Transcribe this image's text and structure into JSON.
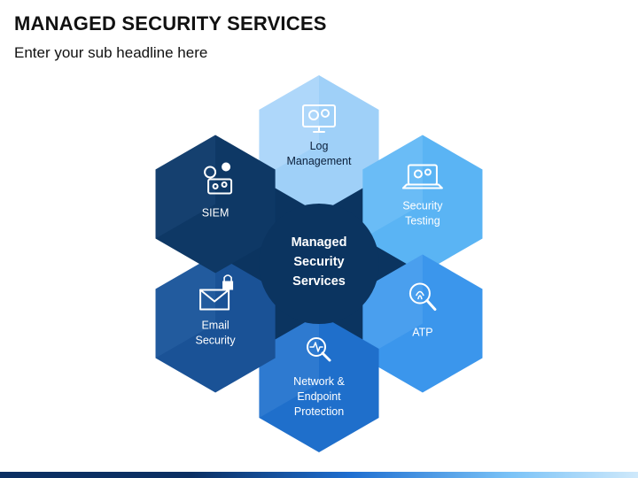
{
  "header": {
    "title": "MANAGED SECURITY SERVICES",
    "subtitle": "Enter your sub headline here"
  },
  "center": {
    "lines": [
      "Managed",
      "Security",
      "Services"
    ],
    "color": "#0b3460"
  },
  "hexagons": [
    {
      "id": "log-management",
      "lines": [
        "Log",
        "Management"
      ],
      "icon": "monitor-gears-icon",
      "color": "#9fd0f8",
      "shade": "#b9ddfb",
      "text_color": "#0b1f3a"
    },
    {
      "id": "security-testing",
      "lines": [
        "Security",
        "Testing"
      ],
      "icon": "laptop-gears-icon",
      "color": "#5ab4f4",
      "shade": "#78c3f7",
      "text_color": "#ffffff"
    },
    {
      "id": "atp",
      "lines": [
        "ATP"
      ],
      "icon": "fingerprint-search-icon",
      "color": "#3b96ec",
      "shade": "#58a8f0",
      "text_color": "#ffffff"
    },
    {
      "id": "network-endpoint-protection",
      "lines": [
        "Network &",
        "Endpoint",
        "Protection"
      ],
      "icon": "search-pulse-icon",
      "color": "#1f6fcb",
      "shade": "#3a84d6",
      "text_color": "#ffffff"
    },
    {
      "id": "email-security",
      "lines": [
        "Email",
        "Security"
      ],
      "icon": "envelope-lock-icon",
      "color": "#1a5296",
      "shade": "#2a62a6",
      "text_color": "#ffffff"
    },
    {
      "id": "siem",
      "lines": [
        "SIEM"
      ],
      "icon": "gear-network-icon",
      "color": "#0e3865",
      "shade": "#1b4778",
      "text_color": "#ffffff"
    }
  ]
}
